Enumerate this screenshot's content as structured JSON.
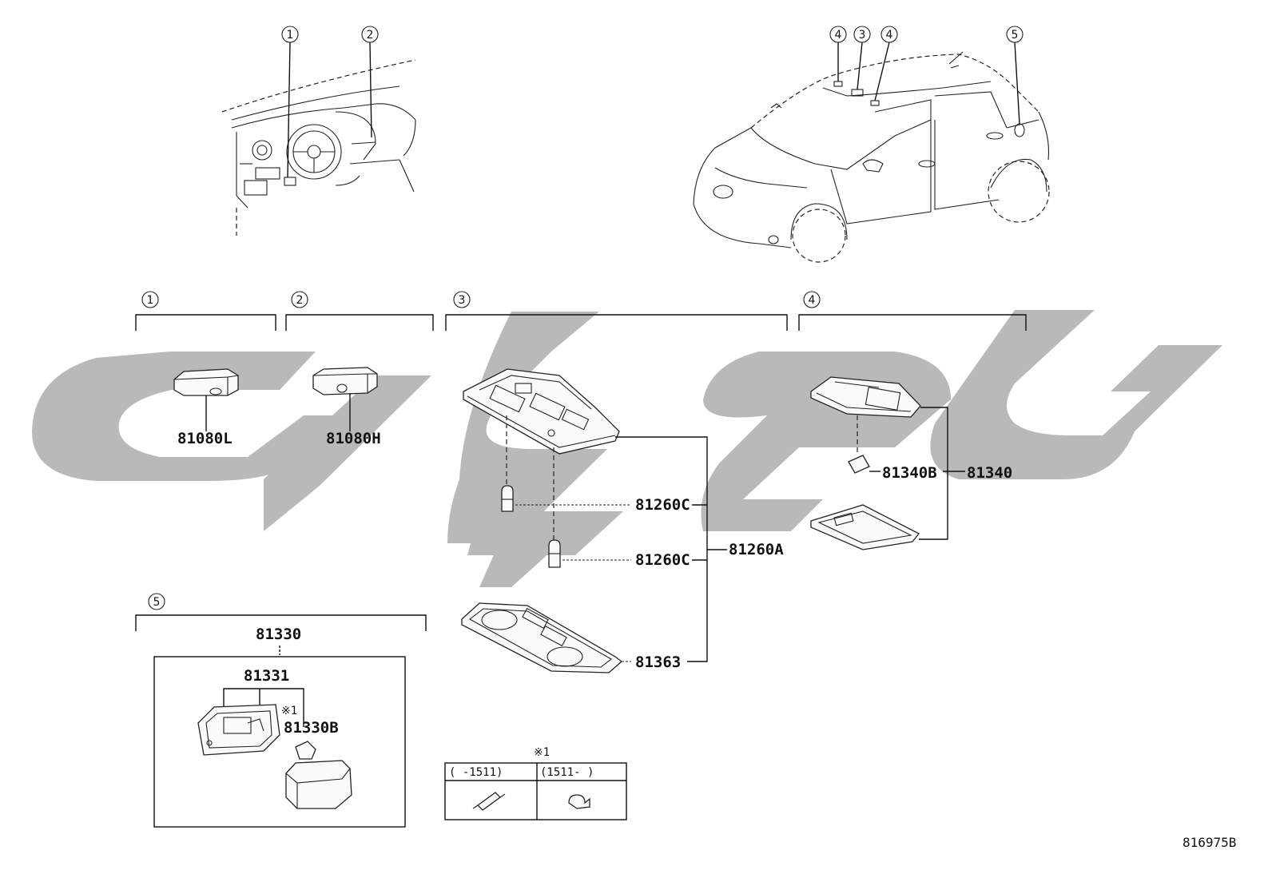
{
  "callouts": {
    "c1": "1",
    "c2": "2",
    "c3": "3",
    "c4": "4",
    "c5": "5"
  },
  "parts": {
    "p81080L": "81080L",
    "p81080H": "81080H",
    "p81260C_a": "81260C",
    "p81260C_b": "81260C",
    "p81260A": "81260A",
    "p81363": "81363",
    "p81340B": "81340B",
    "p81340": "81340",
    "p81330": "81330",
    "p81331": "81331",
    "p81330B": "81330B"
  },
  "notes": {
    "note_mark": "※1",
    "note_mark_table": "※1",
    "col1": "(    -1511)",
    "col2": "(1511-    )"
  },
  "diagram_id": "816975B",
  "colors": {
    "line": "#111111",
    "watermark": "#b9b9b9"
  }
}
